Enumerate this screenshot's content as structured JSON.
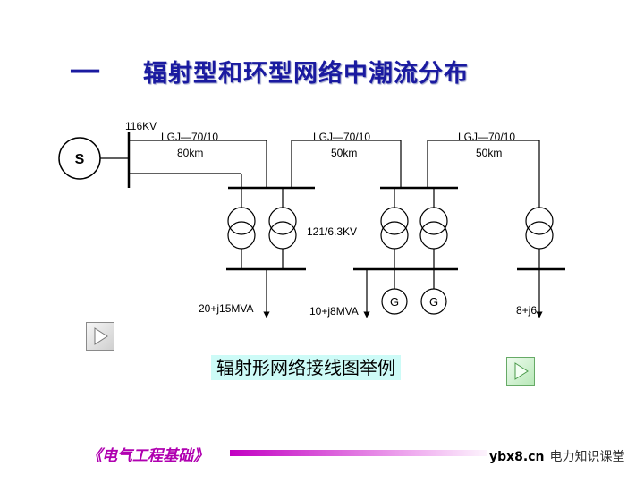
{
  "slide": {
    "dash": "一",
    "title": "辐射型和环型网络中潮流分布",
    "caption": "辐射形网络接线图举例",
    "footer": "《电气工程基础》"
  },
  "diagram": {
    "source_label": "S",
    "source_voltage": "116KV",
    "lines": [
      {
        "type": "LGJ—70/10",
        "length": "80km"
      },
      {
        "type": "LGJ—70/10",
        "length": "50km"
      },
      {
        "type": "LGJ—70/10",
        "length": "50km"
      }
    ],
    "transformer_ratio": "121/6.3KV",
    "loads": [
      "20+j15MVA",
      "10+j8MVA",
      "8+j6"
    ],
    "generators": [
      "G",
      "G"
    ]
  },
  "watermark": {
    "url": "ybx8.cn",
    "brand": "电力知识课堂"
  },
  "colors": {
    "title": "#1a1aa0",
    "caption_bg": "#cdfbf7",
    "footer": "#b000b0"
  },
  "icons": [
    "play-triangle-icon",
    "play-triangle-icon"
  ]
}
